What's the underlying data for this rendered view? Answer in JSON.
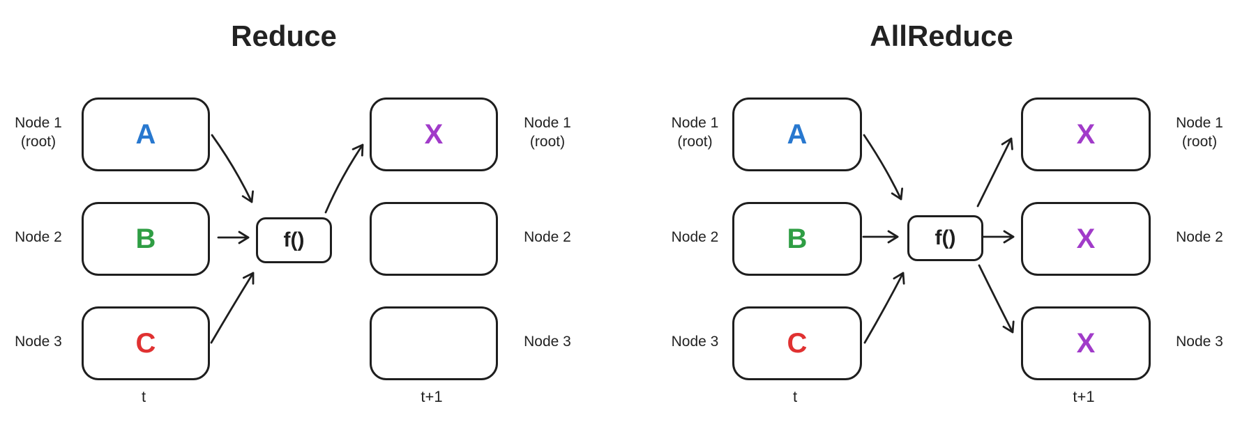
{
  "colors": {
    "blue": "#2878cf",
    "green": "#2f9e44",
    "red": "#e03131",
    "purple": "#a13bc9",
    "stroke": "#1e1e1e"
  },
  "panels": [
    {
      "title": "Reduce",
      "function_label": "f()",
      "time_left": "t",
      "time_right": "t+1",
      "left_nodes": [
        {
          "name": "Node 1",
          "sub": "(root)",
          "value": "A",
          "color": "blue"
        },
        {
          "name": "Node 2",
          "sub": "",
          "value": "B",
          "color": "green"
        },
        {
          "name": "Node 3",
          "sub": "",
          "value": "C",
          "color": "red"
        }
      ],
      "right_nodes": [
        {
          "name": "Node 1",
          "sub": "(root)",
          "value": "X",
          "color": "purple"
        },
        {
          "name": "Node 2",
          "sub": "",
          "value": "",
          "color": ""
        },
        {
          "name": "Node 3",
          "sub": "",
          "value": "",
          "color": ""
        }
      ]
    },
    {
      "title": "AllReduce",
      "function_label": "f()",
      "time_left": "t",
      "time_right": "t+1",
      "left_nodes": [
        {
          "name": "Node 1",
          "sub": "(root)",
          "value": "A",
          "color": "blue"
        },
        {
          "name": "Node 2",
          "sub": "",
          "value": "B",
          "color": "green"
        },
        {
          "name": "Node 3",
          "sub": "",
          "value": "C",
          "color": "red"
        }
      ],
      "right_nodes": [
        {
          "name": "Node 1",
          "sub": "(root)",
          "value": "X",
          "color": "purple"
        },
        {
          "name": "Node 2",
          "sub": "",
          "value": "X",
          "color": "purple"
        },
        {
          "name": "Node 3",
          "sub": "",
          "value": "X",
          "color": "purple"
        }
      ]
    }
  ]
}
